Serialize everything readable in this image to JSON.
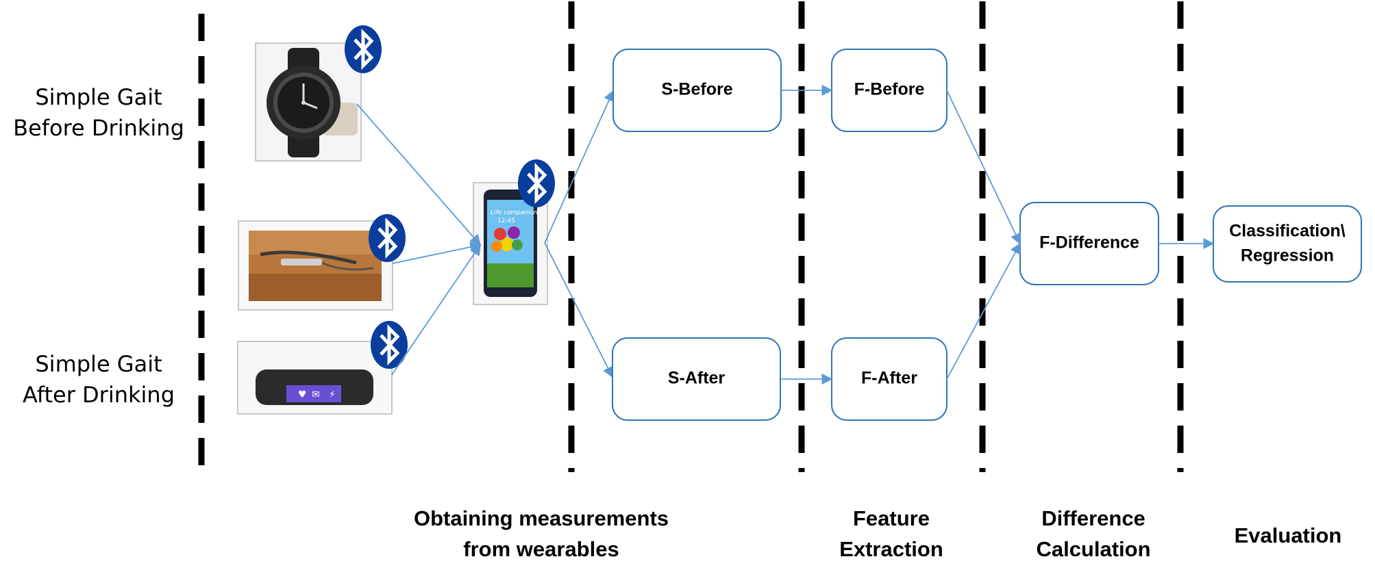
{
  "conditions": {
    "before_line1": "Simple Gait",
    "before_line2": "Before Drinking",
    "after_line1": "Simple Gait",
    "after_line2": "After Drinking"
  },
  "stages": {
    "obtaining_line1": "Obtaining measurements",
    "obtaining_line2": "from wearables",
    "feature_line1": "Feature",
    "feature_line2": "Extraction",
    "difference_line1": "Difference",
    "difference_line2": "Calculation",
    "evaluation": "Evaluation"
  },
  "nodes": {
    "s_before": "S-Before",
    "s_after": "S-After",
    "f_before": "F-Before",
    "f_after": "F-After",
    "f_difference": "F-Difference",
    "classification_line1": "Classification\\",
    "classification_line2": "Regression"
  },
  "devices": {
    "smartwatch": "smartwatch-photo",
    "smart_glasses": "smart-glasses-photo",
    "fitness_band": "fitness-band-photo",
    "smartphone": "smartphone-photo",
    "phone_screen_text_line1": "Life companion",
    "phone_screen_text_line2": "12:45"
  },
  "colors": {
    "arrow": "#5b9bd5",
    "box_border": "#2e75b6",
    "divider": "#000000",
    "bluetooth_badge": "#0a3d9c"
  }
}
